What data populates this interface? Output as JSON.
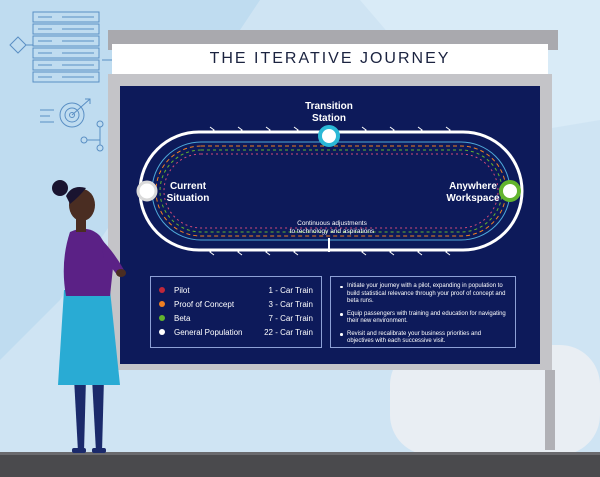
{
  "board": {
    "title": "THE ITERATIVE JOURNEY"
  },
  "stations": {
    "transition": "Transition\nStation",
    "current": "Current\nSituation",
    "anywhere": "Anywhere\nWorkspace"
  },
  "track_note": "Continuous adjustments\nto technology and aspirations",
  "legend": [
    {
      "name": "Pilot",
      "value": "1 - Car Train",
      "color": "#c0283a"
    },
    {
      "name": "Proof of Concept",
      "value": "3 - Car Train",
      "color": "#f07f22"
    },
    {
      "name": "Beta",
      "value": "7 - Car Train",
      "color": "#62b42e"
    },
    {
      "name": "General Population",
      "value": "22 - Car Train",
      "color": "#ffffff"
    }
  ],
  "tips": [
    "Initiate your journey with a pilot, expanding in population to build statistical relevance through your proof of concept and beta runs.",
    "Equip passengers with training and education for navigating their new environment.",
    "Revisit and recalibrate your business priorities and objectives with each successive visit."
  ],
  "colors": {
    "board_bg": "#0d1a5a",
    "frame": "#b9b9bd",
    "transition_station": "#2bb8d6",
    "anywhere_station": "#62b42e",
    "person_shirt": "#5b2186",
    "person_skirt": "#29abd4"
  }
}
